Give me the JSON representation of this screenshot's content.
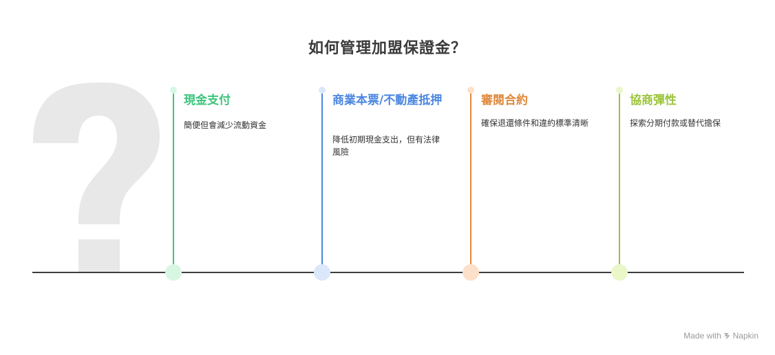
{
  "title": "如何管理加盟保證金？",
  "stages": [
    {
      "title": "現金支付",
      "description": "簡便但會減少流動資金",
      "color": "#3cc47c",
      "light_color": "#d7f7e3"
    },
    {
      "title": "商業本票/不動產抵押",
      "description": "降低初期現金支出，但有法律風險",
      "color": "#4a86e0",
      "light_color": "#dbe7fb"
    },
    {
      "title": "審閱合約",
      "description": "確保退還條件和違約標準清晰",
      "color": "#e0883a",
      "light_color": "#fde0c9"
    },
    {
      "title": "協商彈性",
      "description": "探索分期付款或替代擔保",
      "color": "#9bc43a",
      "light_color": "#e9f7c9"
    }
  ],
  "footer": {
    "made_with": "Made with",
    "brand": "Napkin"
  },
  "icons": {
    "background": "question-mark-icon",
    "brand": "napkin-icon"
  }
}
